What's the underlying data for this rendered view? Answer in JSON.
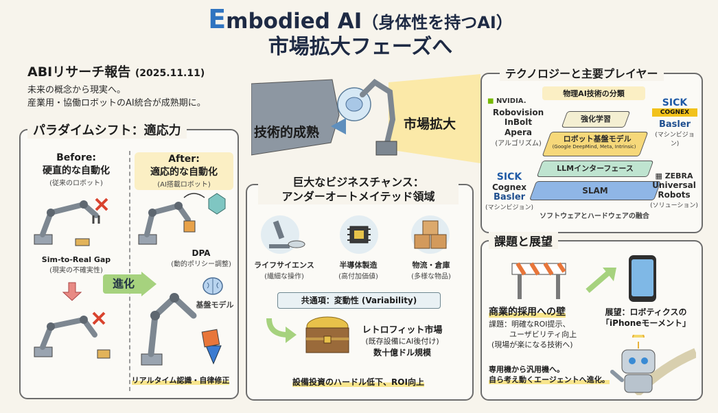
{
  "title": {
    "line1_e": "E",
    "line1_rest": "mbodied AI",
    "line1_paren": "（身体性を持つAI）",
    "line2": "市場拡大フェーズへ"
  },
  "abi": {
    "heading": "ABIリサーチ報告",
    "date": "(2025.11.11)",
    "line1": "未来の概念から現実へ。",
    "line2": "産業用・協働ロボットのAI統合が成熟期に。"
  },
  "paradigm": {
    "heading": "パラダイムシフト：適応力",
    "before_label": "Before:",
    "before_title": "硬直的な自動化",
    "before_sub": "(従来のロボット)",
    "after_label": "After:",
    "after_title": "適応的な自動化",
    "after_sub": "(AI搭載ロボット)",
    "gap_title": "Sim-to-Real Gap",
    "gap_sub": "(現実の不確実性)",
    "evolve": "進化",
    "dpa": "DPA",
    "dpa_sub": "(動的ポリシー調整)",
    "foundation": "基盤モデル",
    "realtime": "リアルタイム認識・自律修正"
  },
  "maturity": {
    "left": "技術的成熟",
    "right": "市場拡大"
  },
  "business": {
    "heading1": "巨大なビジネスチャンス：",
    "heading2": "アンダーオートメイテッド領域",
    "items": [
      {
        "label": "ライフサイエンス",
        "sub": "(繊細な操作)"
      },
      {
        "label": "半導体製造",
        "sub": "(高付加価値)"
      },
      {
        "label": "物流・倉庫",
        "sub": "(多様な物品)"
      }
    ],
    "common": "共通項：変動性 (Variability)",
    "retro1": "レトロフィット市場",
    "retro2": "(既存設備にAI後付け)",
    "retro3": "数十億ドル規模",
    "bottom": "設備投資のハードル低下、ROI向上"
  },
  "tech": {
    "heading": "テクノロジーと主要プレイヤー",
    "classification": "物理AI技術の分類",
    "layers": [
      {
        "label": "強化学習"
      },
      {
        "label": "ロボット基盤モデル",
        "sub": "(Google DeepMind, Meta, Intrinsic)"
      },
      {
        "label": "LLMインターフェース"
      },
      {
        "label": "SLAM"
      }
    ],
    "nvidia": "NVIDIA.",
    "algo_players": [
      "Robovision",
      "InBolt",
      "Apera"
    ],
    "algo_sub": "(アルゴリズム)",
    "sick": "SICK",
    "cognex": "COGNEX",
    "basler": "Basler",
    "vision_sub": "(マシンビジョン)",
    "sick2": "SICK",
    "cognex2": "Cognex",
    "basler2": "Basler",
    "vision_sub2": "(マシンビジョン)",
    "zebra": "ZEBRA",
    "ur1": "Universal",
    "ur2": "Robots",
    "solution_sub": "(ソリューション)",
    "fusion": "ソフトウェアとハードウェアの融合"
  },
  "challenge": {
    "heading": "課題と展望",
    "wall": "商業的採用への壁",
    "issue1": "課題：明確なROI提示、",
    "issue2": "ユーザビリティ向上",
    "issue3": "(現場が楽になる技術へ)",
    "outlook1": "展望：ロボティクスの",
    "outlook2": "「iPhoneモーメント」",
    "shift1": "専用機から汎用機へ。",
    "shift2": "自ら考え動くエージェントへ進化。"
  },
  "colors": {
    "accent_blue": "#2f74c0",
    "green": "#a6d27e",
    "yellow": "#f8e58c",
    "red": "#d9432e"
  }
}
